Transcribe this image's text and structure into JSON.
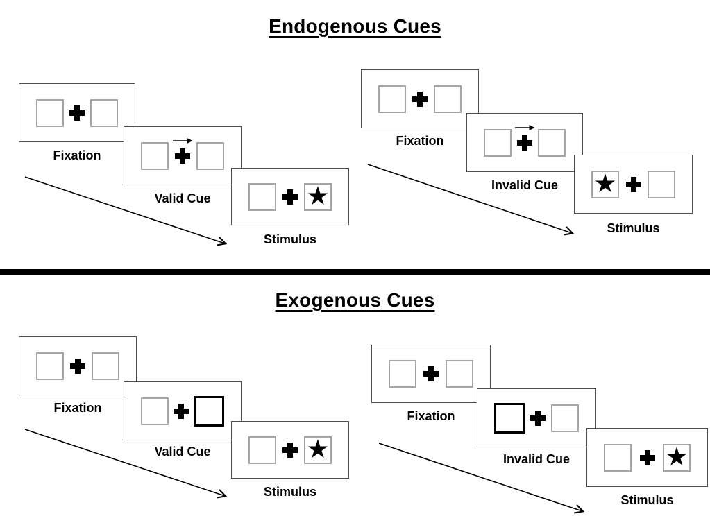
{
  "titles": {
    "endogenous": "Endogenous Cues",
    "exogenous": "Exogenous Cues"
  },
  "labels": {
    "fixation": "Fixation",
    "valid_cue": "Valid Cue",
    "invalid_cue": "Invalid Cue",
    "stimulus": "Stimulus"
  },
  "glyphs": {
    "star": "★",
    "fixation_cross": "+",
    "cue_arrow_direction": "right"
  },
  "colors": {
    "ink": "#000000",
    "card_border": "#4d4d4d",
    "placeholder_box_border": "#a6a6a6",
    "cue_highlight_border": "#000000",
    "background": "#ffffff"
  }
}
